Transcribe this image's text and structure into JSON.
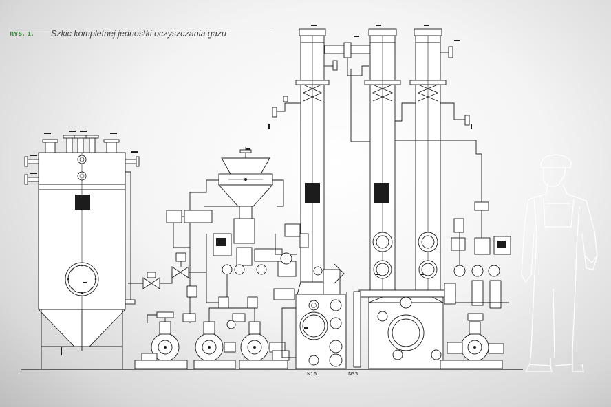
{
  "figure": {
    "label": "RYS. 1.",
    "title": "Szkic kompletnej jednostki oczyszczania gazu",
    "accent_color": "#3d8a3a"
  },
  "drawing": {
    "bottom_labels": [
      "N16",
      "N35"
    ]
  }
}
